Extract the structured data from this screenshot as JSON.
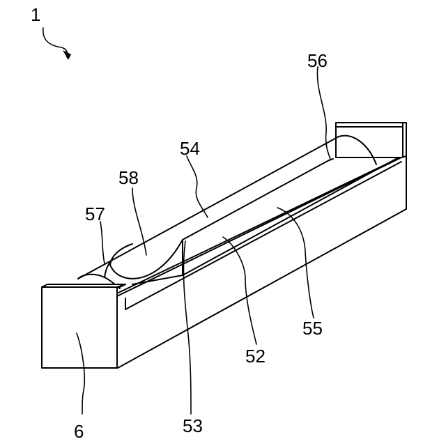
{
  "figure": {
    "labels": {
      "assembly": "1",
      "holder": "6",
      "part_52": "52",
      "part_53": "53",
      "part_54": "54",
      "part_55": "55",
      "part_56": "56",
      "part_57": "57",
      "part_58": "58"
    }
  }
}
